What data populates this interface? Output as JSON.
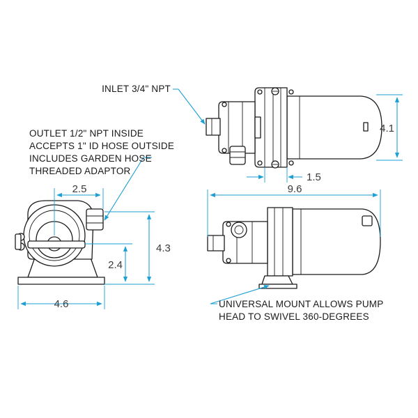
{
  "callouts": {
    "inlet": "INLET 3/4\" NPT",
    "outlet_line1": "OUTLET 1/2\" NPT INSIDE",
    "outlet_line2": "ACCEPTS 1\" ID HOSE OUTSIDE",
    "outlet_line3": "INCLUDES GARDEN HOSE",
    "outlet_line4": "THREADED ADAPTOR",
    "mount_line1": "UNIVERSAL MOUNT ALLOWS PUMP",
    "mount_line2": "HEAD TO SWIVEL 360-DEGREES"
  },
  "dimensions": {
    "top_height": "4.1",
    "mount_offset": "1.5",
    "overall_length": "9.6",
    "outlet_offset": "2.5",
    "end_height": "4.3",
    "outlet_height": "2.4",
    "base_width": "4.6"
  },
  "colors": {
    "dimension": "#1b9fd4",
    "ink": "#1a1a1a"
  }
}
